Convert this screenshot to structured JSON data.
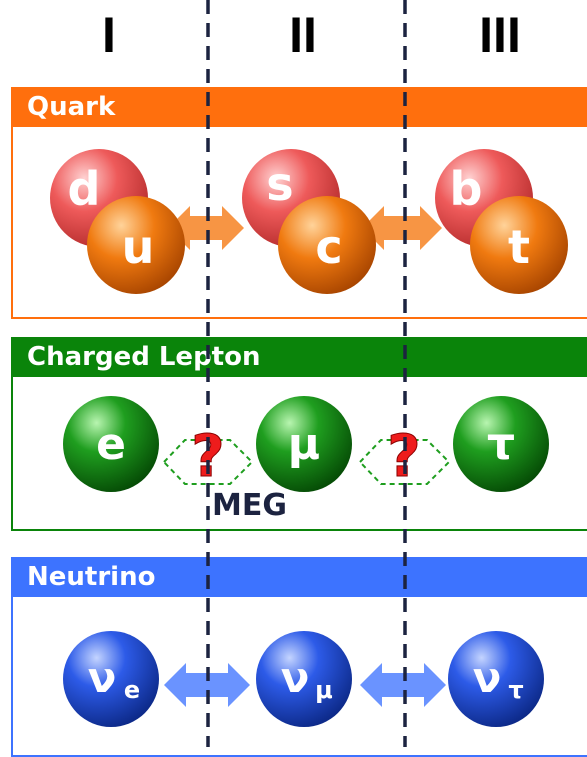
{
  "generations": [
    "I",
    "II",
    "III"
  ],
  "quark": {
    "header": "Quark",
    "color": "#ff6f0d",
    "particles": [
      {
        "back": "d",
        "front": "u"
      },
      {
        "back": "s",
        "front": "c"
      },
      {
        "back": "b",
        "front": "t"
      }
    ]
  },
  "lepton": {
    "header": "Charged Lepton",
    "color": "#0a840a",
    "particles": [
      "e",
      "μ",
      "τ"
    ],
    "question": "?",
    "experiment": "MEG"
  },
  "neutrino": {
    "header": "Neutrino",
    "color": "#3d73ff",
    "particles": [
      {
        "base": "ν",
        "sub": "e"
      },
      {
        "base": "ν",
        "sub": "μ"
      },
      {
        "base": "ν",
        "sub": "τ"
      }
    ]
  },
  "colors": {
    "quark_back": "#ee5a5a",
    "quark_front": "#f07a10",
    "lepton_sphere": "#1f9e1f",
    "neutrino_sphere": "#2d5be8",
    "question": "#ee1c1c",
    "dashed_line": "#1c2340"
  }
}
